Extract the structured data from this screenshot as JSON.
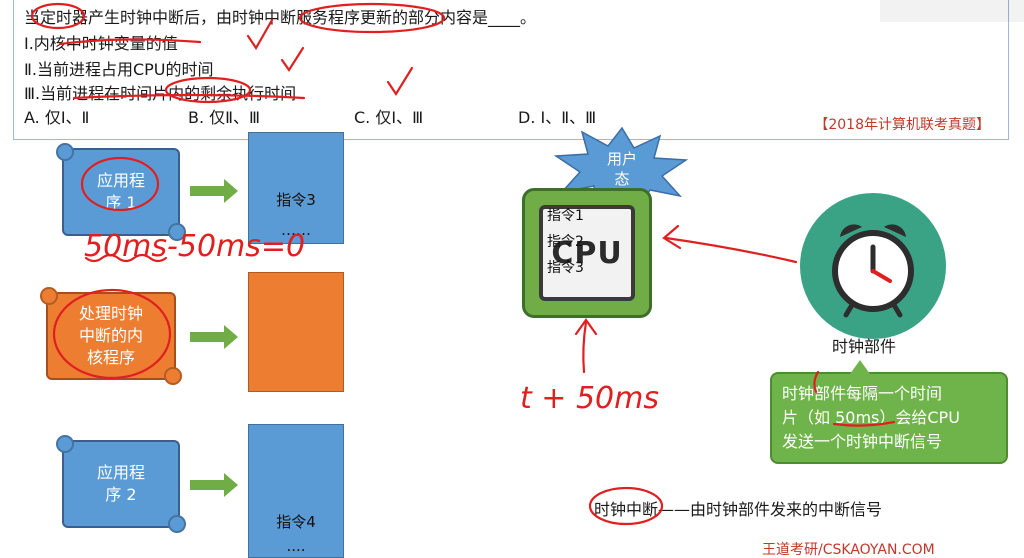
{
  "question": {
    "stem": "当定时器产生时钟中断后，由时钟中断服务程序更新的部分内容是____。",
    "items": [
      "Ⅰ.内核中时钟变量的值",
      "Ⅱ.当前进程占用CPU的时间",
      "Ⅲ.当前进程在时间片内的剩余执行时间"
    ],
    "options": [
      "A. 仅Ⅰ、Ⅱ",
      "B. 仅Ⅱ、Ⅲ",
      "C. 仅Ⅰ、Ⅲ",
      "D. Ⅰ、Ⅱ、Ⅲ"
    ],
    "source": "【2018年计算机联考真题】"
  },
  "scrolls": {
    "app1": [
      "应用程",
      "序 1"
    ],
    "kernel": [
      "处理时钟",
      "中断的内",
      "核程序"
    ],
    "app2": [
      "应用程",
      "序 2"
    ]
  },
  "panels": {
    "p1": [
      "指令3",
      "……"
    ],
    "p3": [
      "指令4",
      "...."
    ]
  },
  "cpu": {
    "label": "CPU",
    "instructions": [
      "指令1",
      "指令2",
      "指令3"
    ]
  },
  "user_mode_burst": [
    "用户",
    "态"
  ],
  "clock": {
    "label": "时钟部件",
    "info": [
      "时钟部件每隔一个时间",
      "片（如 50ms）会给CPU",
      "发送一个时钟中断信号"
    ]
  },
  "handwriting": {
    "calc": "50ms-50ms=0",
    "time": "t + 50ms"
  },
  "note": "时钟中断——由时钟部件发来的中断信号",
  "watermark": "王道考研/CSKAOYAN.COM",
  "colors": {
    "scroll_blue": "#5b9bd5",
    "scroll_orange": "#ed7d31",
    "arrow_green": "#70ad47",
    "cpu_green": "#70ad47",
    "clock_teal": "#3aa386",
    "annotation_red": "#e02020",
    "source_red": "#c0392b"
  }
}
